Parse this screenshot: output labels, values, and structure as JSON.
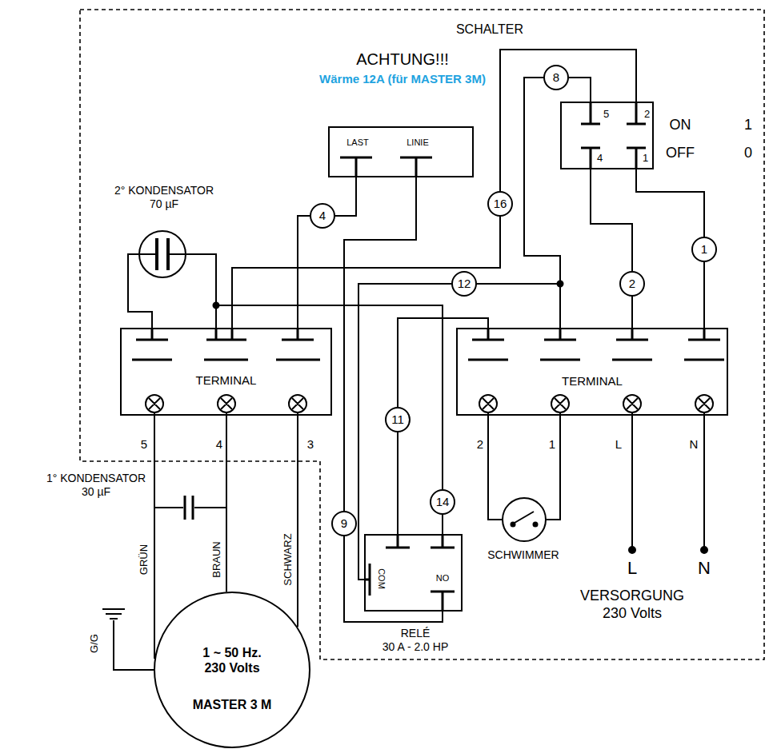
{
  "diagram": {
    "nodes": [
      {
        "text": [
          "ACHTUNG!!!",
          "Wärme 12A (für MASTER 3M)",
          "LAST",
          "LINIE"
        ]
      },
      {
        "text": [
          "SCHALTER",
          "5",
          "2",
          "4",
          "1"
        ]
      },
      {
        "text": [
          "2° KONDENSATOR 70 µF"
        ]
      },
      {
        "text": [
          "TERMINAL",
          "5",
          "4",
          "3"
        ]
      },
      {
        "text": [
          "TERMINAL",
          "2",
          "1",
          "L",
          "N"
        ]
      },
      {
        "text": [
          "RELÉ",
          "30 A - 2.0 HP",
          "COM",
          "NO"
        ]
      },
      {
        "text": [
          "SCHWIMMER"
        ]
      },
      {
        "text": [
          "1° KONDENSATOR 30 µF"
        ]
      },
      {
        "text": [
          "1 ~ 50 Hz. 230 Volts",
          "MASTER 3 M"
        ]
      }
    ],
    "edges": [
      {
        "from": 1,
        "to": 4,
        "arrow": "none"
      },
      {
        "from": 1,
        "to": 3,
        "arrow": "none"
      },
      {
        "from": 1,
        "to": 4,
        "arrow": "none"
      },
      {
        "from": 1,
        "to": 4,
        "arrow": "none"
      },
      {
        "from": 3,
        "to": 0,
        "arrow": "none"
      },
      {
        "from": 0,
        "to": 5,
        "arrow": "none"
      },
      {
        "from": 4,
        "to": 5,
        "arrow": "none"
      },
      {
        "from": 5,
        "to": 4,
        "arrow": "none"
      },
      {
        "from": 5,
        "to": 3,
        "arrow": "none"
      },
      {
        "from": 2,
        "to": 3,
        "arrow": "none"
      },
      {
        "from": 2,
        "to": 3,
        "arrow": "none"
      },
      {
        "from": 6,
        "to": 4,
        "arrow": "none"
      },
      {
        "from": 6,
        "to": 4,
        "arrow": "none"
      },
      {
        "from": 3,
        "to": 8,
        "arrow": "none"
      },
      {
        "from": 3,
        "to": 8,
        "arrow": "none"
      },
      {
        "from": 3,
        "to": 8,
        "arrow": "none"
      },
      {
        "from": 7,
        "to": 8,
        "arrow": "none"
      },
      {
        "from": 7,
        "to": 8,
        "arrow": "none"
      }
    ],
    "labels": [
      "8",
      "16",
      "4",
      "1",
      "2",
      "12",
      "11",
      "14",
      "9",
      "ON",
      "1",
      "OFF",
      "0",
      "GRÜN",
      "BRAUN",
      "SCHWARZ",
      "G/G",
      "L",
      "N",
      "VERSORGUNG",
      "230 Volts"
    ]
  }
}
